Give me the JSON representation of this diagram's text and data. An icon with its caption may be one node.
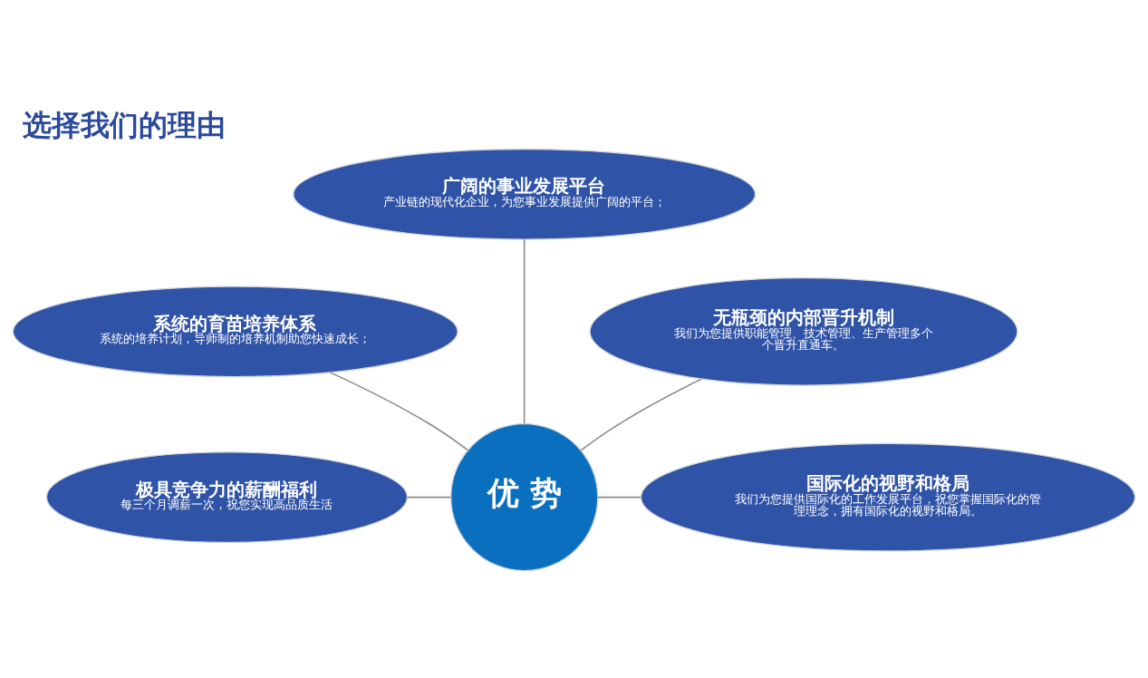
{
  "diagram": {
    "title": "选择我们的理由",
    "nodes": [
      {
        "text": [
          "广阔的事业发展平台",
          "产业链的现代化企业，为您事业发展提供广阔的平台；"
        ]
      },
      {
        "text": [
          "系统的育苗培养体系",
          "系统的培养计划，导师制的培养机制助您快速成长；"
        ]
      },
      {
        "text": [
          "无瓶颈的内部晋升机制",
          "我们为您提供职能管理、技术管理、生产管理多个个晋升直通车。"
        ]
      },
      {
        "text": [
          "极具竞争力的薪酬福利",
          "每三个月调薪一次，祝您实现高品质生活"
        ]
      },
      {
        "text": [
          "优 势"
        ]
      },
      {
        "text": [
          "国际化的视野和格局",
          "我们为您提供国际化的工作发展平台，祝您掌握国际化的管理理念，拥有国际化的视野和格局。"
        ]
      }
    ],
    "edges": [
      {
        "from": 4,
        "to": 0,
        "arrow": "none"
      },
      {
        "from": 4,
        "to": 1,
        "arrow": "none"
      },
      {
        "from": 4,
        "to": 2,
        "arrow": "none"
      },
      {
        "from": 4,
        "to": 3,
        "arrow": "none"
      },
      {
        "from": 4,
        "to": 5,
        "arrow": "none"
      }
    ]
  }
}
